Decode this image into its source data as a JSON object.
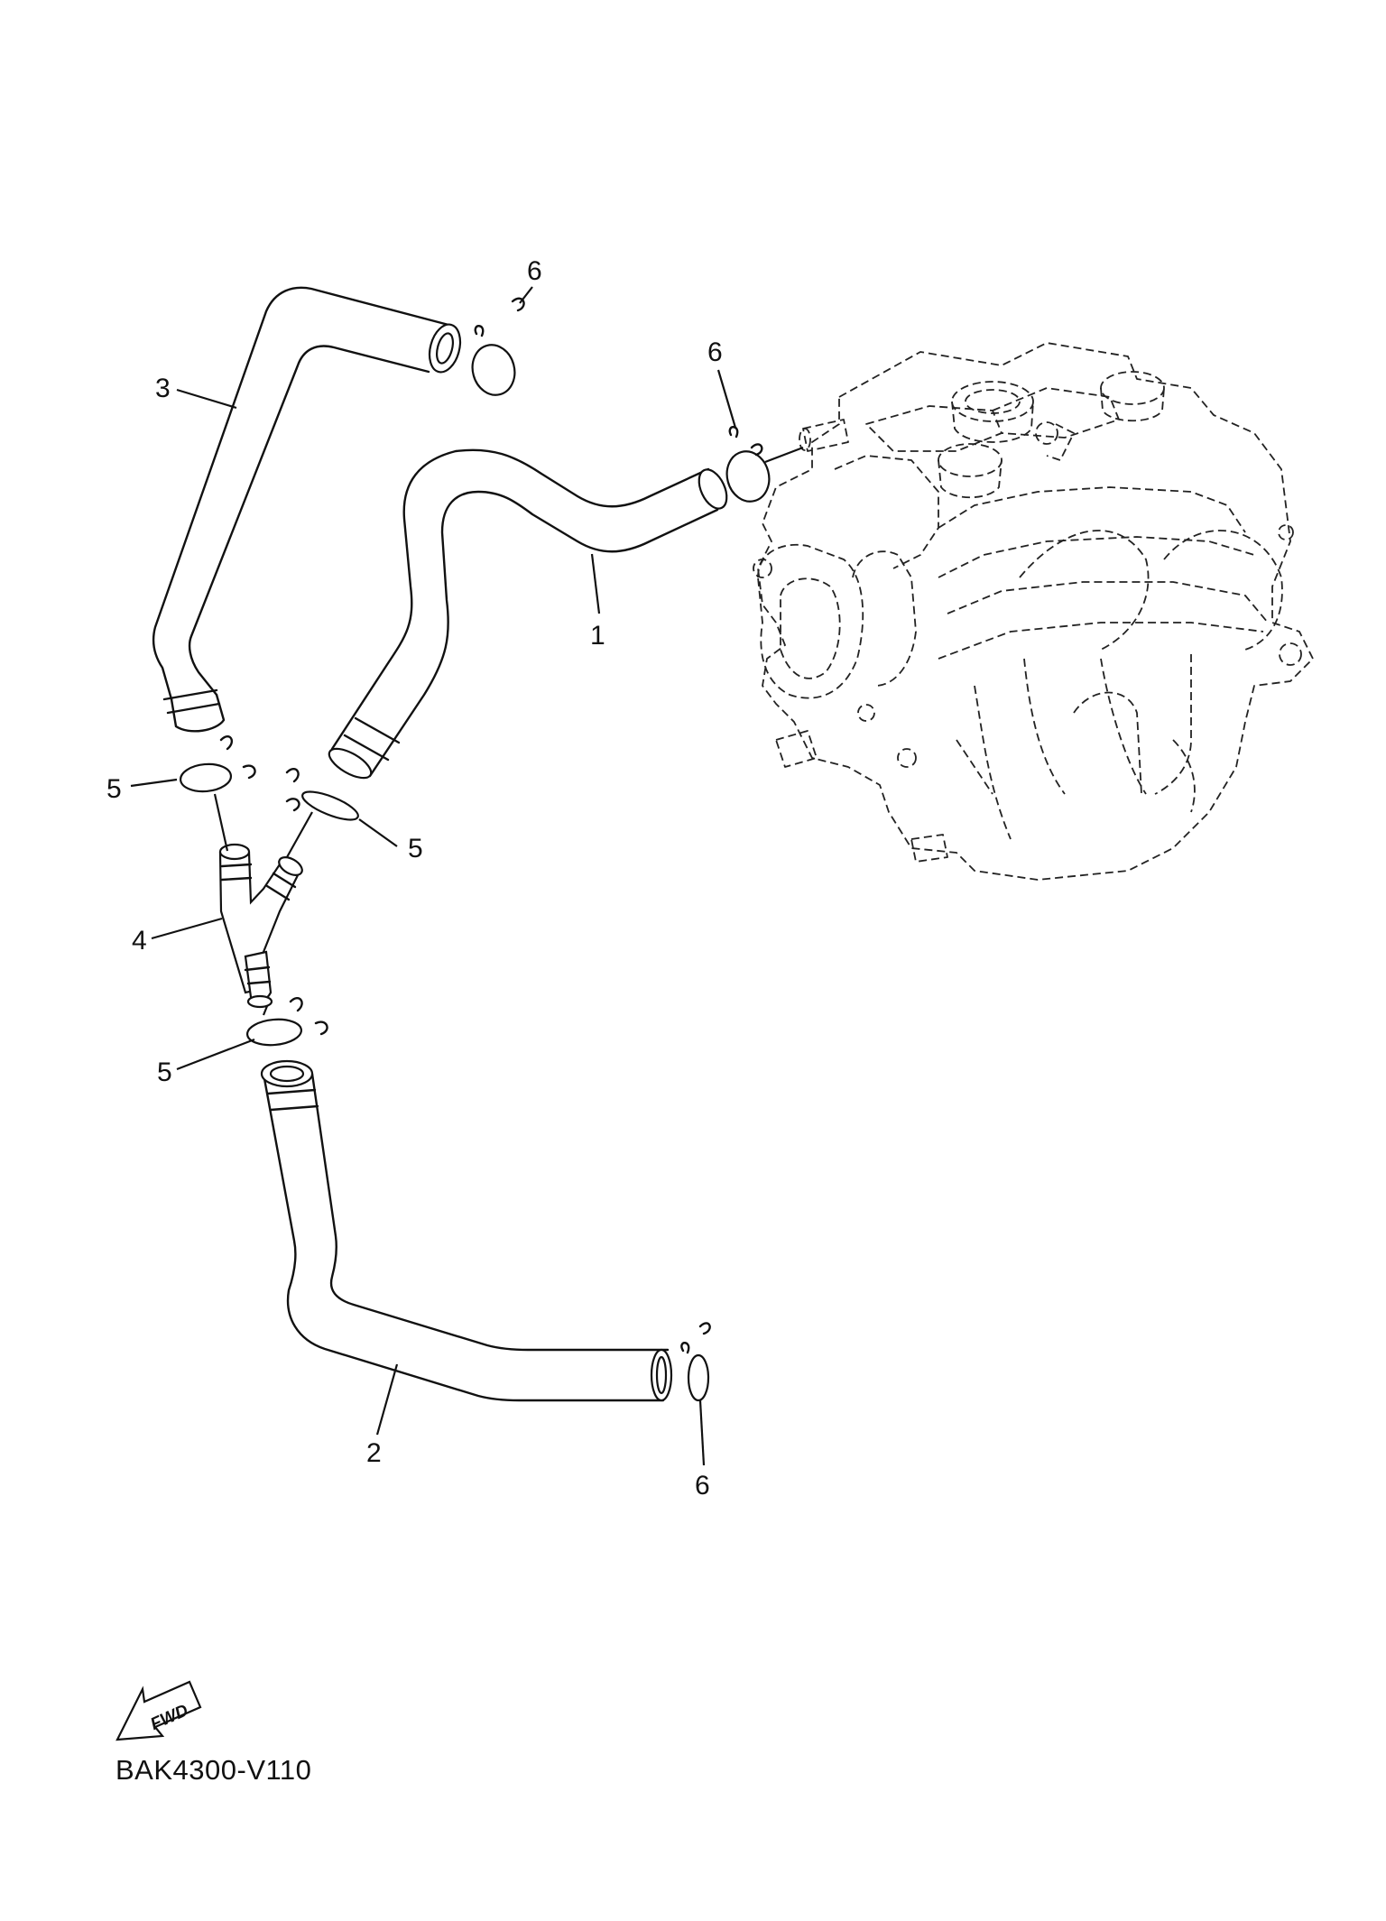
{
  "callouts": [
    {
      "id": "c1",
      "text": "1"
    },
    {
      "id": "c2",
      "text": "2"
    },
    {
      "id": "c3",
      "text": "3"
    },
    {
      "id": "c4",
      "text": "4"
    },
    {
      "id": "c5a",
      "text": "5"
    },
    {
      "id": "c5b",
      "text": "5"
    },
    {
      "id": "c5c",
      "text": "5"
    },
    {
      "id": "c6a",
      "text": "6"
    },
    {
      "id": "c6b",
      "text": "6"
    },
    {
      "id": "c6c",
      "text": "6"
    }
  ],
  "fwd_label": "FWD",
  "diagram_code": "BAK4300-V110"
}
